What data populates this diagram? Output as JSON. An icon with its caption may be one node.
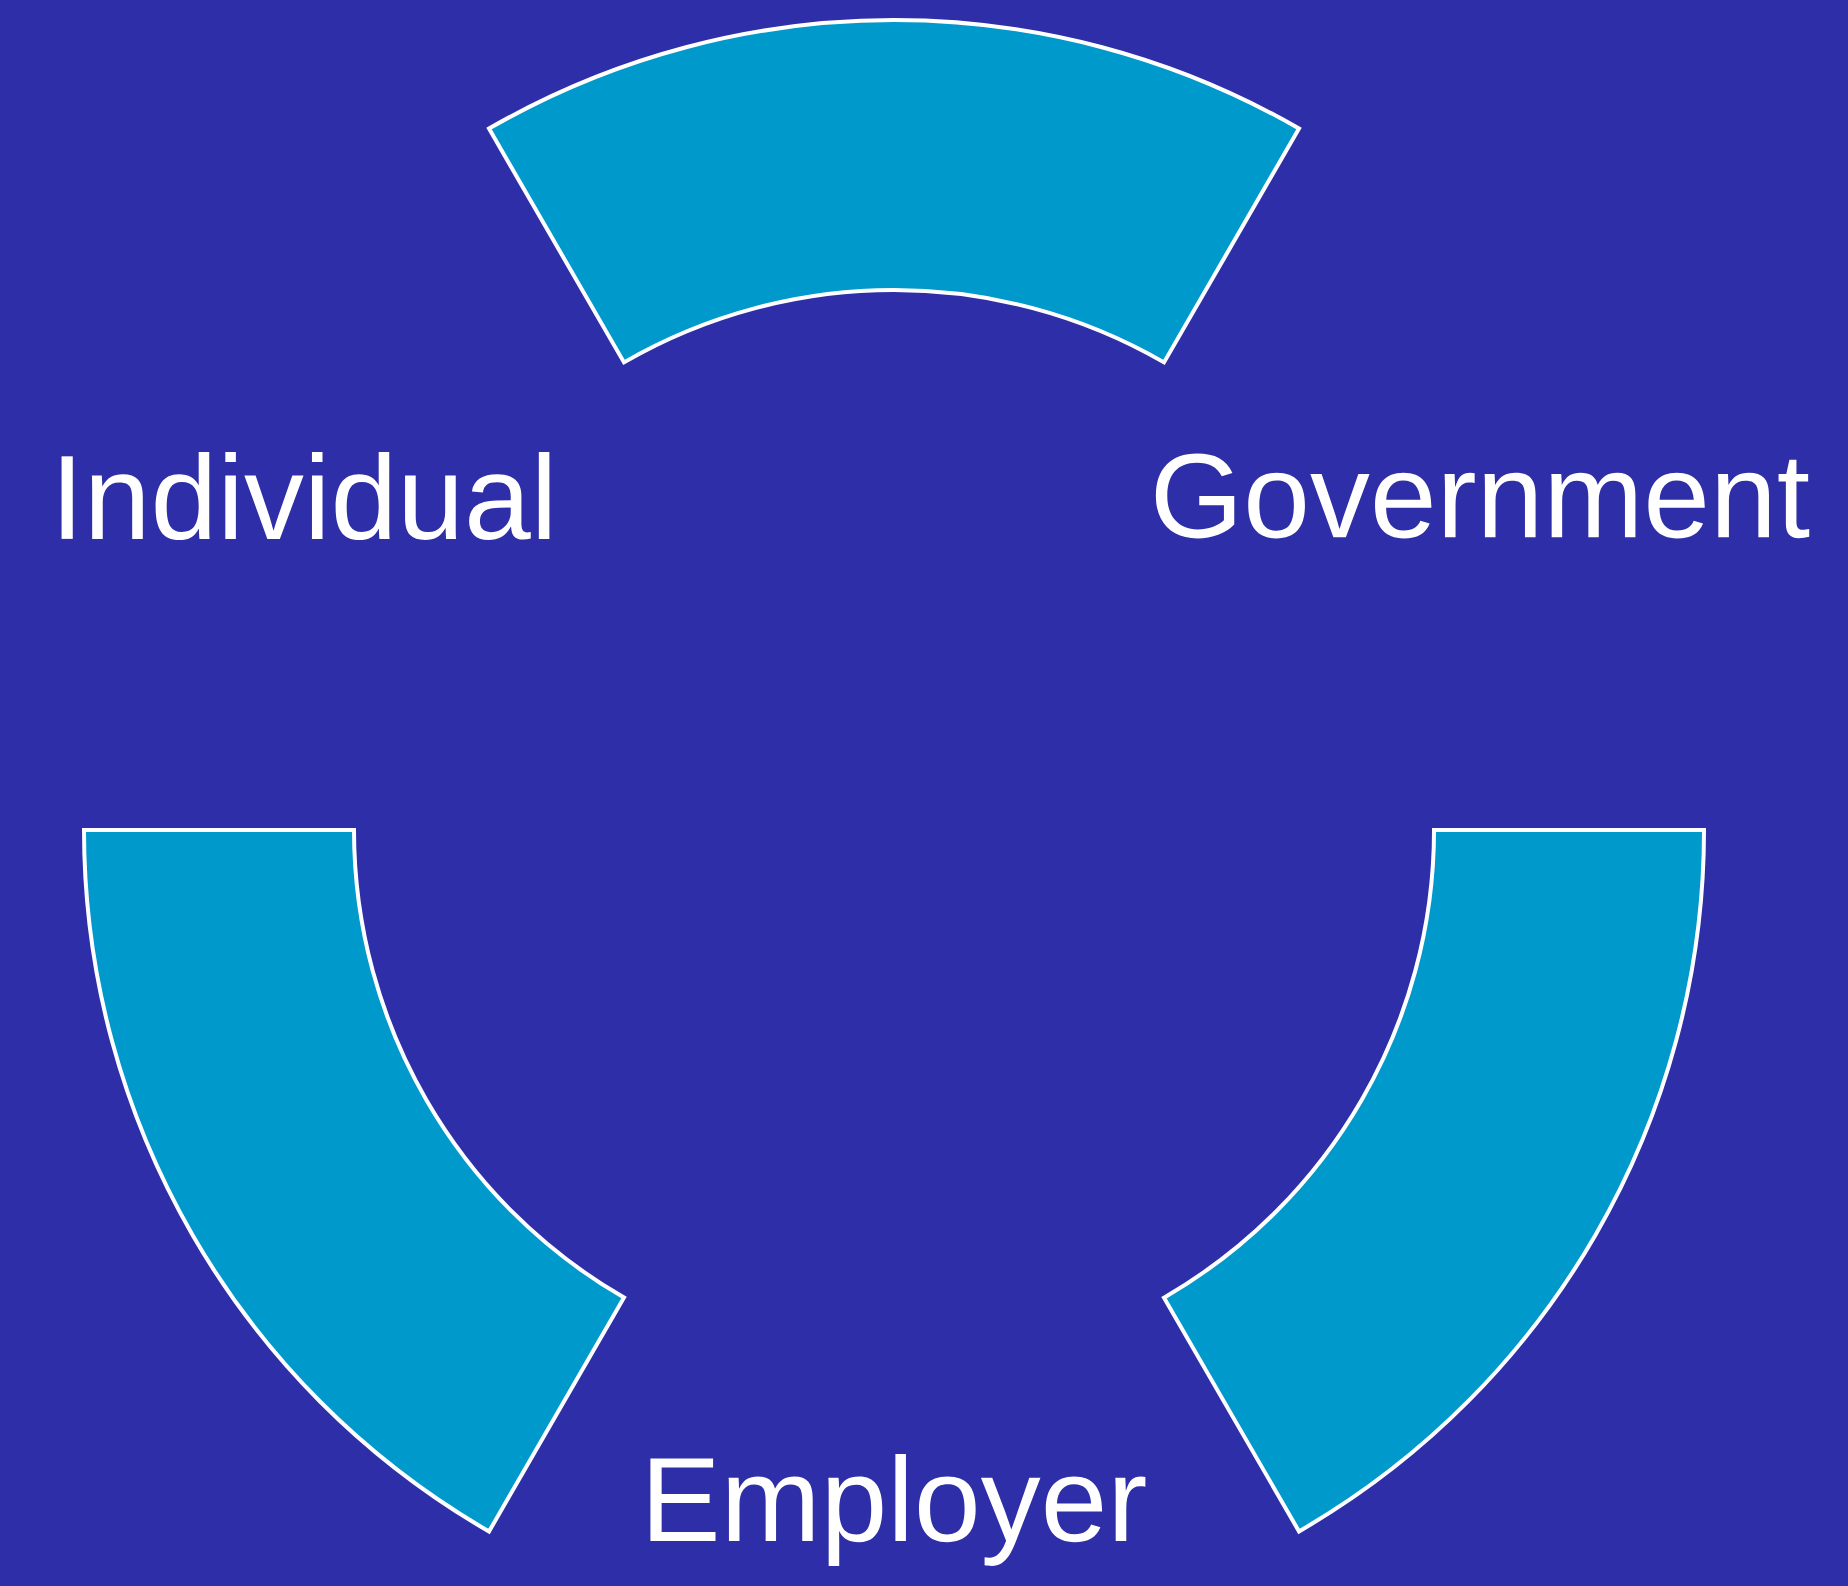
{
  "diagram": {
    "nodes": [
      {
        "text": [
          "Individual"
        ]
      },
      {
        "text": [
          "Government"
        ]
      },
      {
        "text": [
          "Employer"
        ]
      },
      {
        "text": [],
        "shape": "arc"
      },
      {
        "text": [],
        "shape": "arc"
      },
      {
        "text": [],
        "shape": "arc"
      }
    ]
  }
}
